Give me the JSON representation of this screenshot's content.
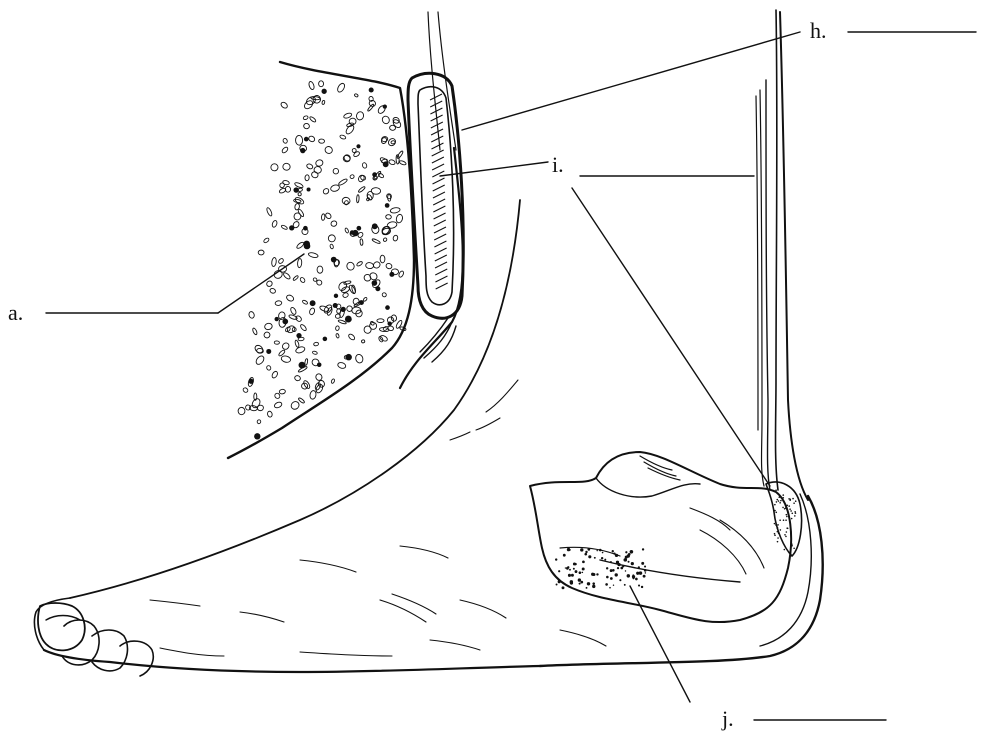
{
  "labels": [
    {
      "id": "a",
      "text": "a."
    },
    {
      "id": "h",
      "text": "h."
    },
    {
      "id": "i",
      "text": "i."
    },
    {
      "id": "j",
      "text": "j."
    }
  ]
}
